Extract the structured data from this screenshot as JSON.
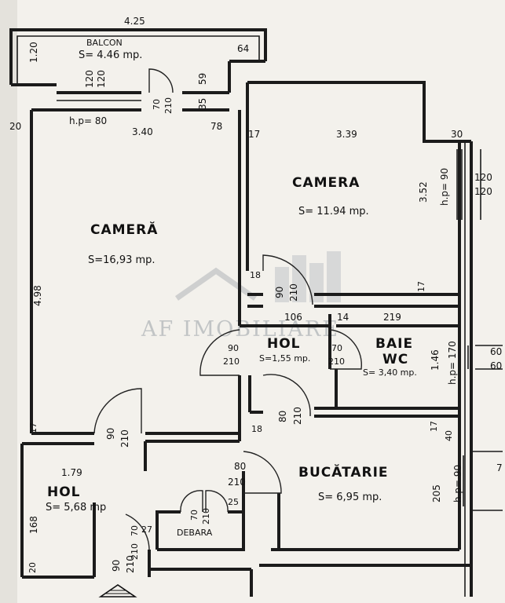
{
  "rooms": {
    "balcon": {
      "name": "BALCON",
      "area": "S= 4.46 mp."
    },
    "camera_left": {
      "name": "CAMERĂ",
      "area": "S=16,93 mp."
    },
    "camera_right": {
      "name": "CAMERA",
      "area": "S= 11.94 mp."
    },
    "hol_center": {
      "name": "HOL",
      "area": "S=1,55 mp."
    },
    "baie": {
      "name": "BAIE",
      "name2": "WC",
      "area": "S= 3,40 mp."
    },
    "bucatarie": {
      "name": "BUCĂTARIE",
      "area": "S= 6,95 mp."
    },
    "hol_entry": {
      "name": "HOL",
      "area": "S= 5,68 mp"
    },
    "debara": {
      "name": "DEBARA"
    }
  },
  "dimensions": {
    "d425": "4.25",
    "d64": "64",
    "d120a": "1.20",
    "d120b": "120",
    "d120c": "120",
    "d59": "59",
    "d35": "35",
    "d70top": "70",
    "d210top": "210",
    "hp80": "h.p= 80",
    "d20a": "20",
    "d340": "3.40",
    "d78": "78",
    "d17a": "17",
    "d339": "3.39",
    "d30": "30",
    "d352": "3.52",
    "hp90a": "h.p= 90",
    "d120r1": "120",
    "d120r2": "120",
    "d498": "4.98",
    "d18a": "18",
    "d90a": "90",
    "d210a": "210",
    "d17b": "17",
    "d106": "106",
    "d14": "14",
    "d219": "219",
    "d90b": "90",
    "d210b": "210",
    "d70b": "70",
    "d210c": "210",
    "d146": "1.46",
    "hp170": "h.p= 170",
    "d60a": "60",
    "d60b": "60",
    "d17c": "17",
    "d80a": "80",
    "d210d": "210",
    "d18b": "18",
    "d90c": "90",
    "d210e": "210",
    "d17d": "17",
    "d40": "40",
    "d179": "1.79",
    "d80b": "80",
    "d210f": "210",
    "d205": "205",
    "hp90b": "h.p= 90",
    "d168": "168",
    "d70c": "70",
    "d210g": "210",
    "d25": "25",
    "d70d": "70",
    "d210h": "210",
    "d27": "27",
    "d90d": "90",
    "d210i": "210",
    "d20b": "20",
    "d7": "7"
  },
  "watermark": "AF IMOBILIARE"
}
